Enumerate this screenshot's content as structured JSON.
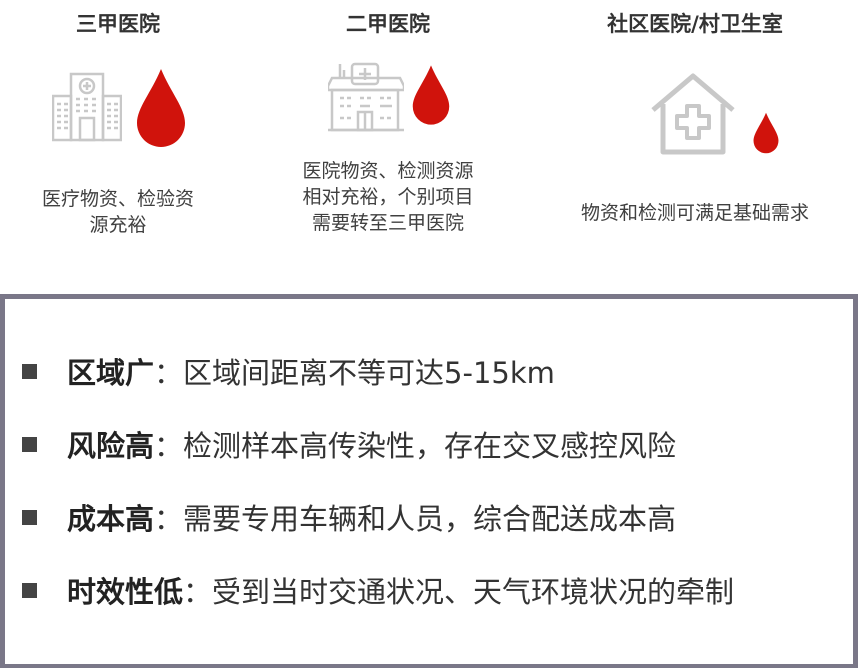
{
  "columns": [
    {
      "title": "三甲医院",
      "description": [
        "医疗物资、检验资",
        "源充裕"
      ],
      "icon": "hospital-large-icon"
    },
    {
      "title": "二甲医院",
      "description": [
        "医院物资、检测资源",
        "相对充裕，个别项目",
        "需要转至三甲医院"
      ],
      "icon": "hospital-medium-icon"
    },
    {
      "title": "社区医院/村卫生室",
      "description": [
        "物资和检测可满足基础需求"
      ],
      "icon": "clinic-house-icon"
    }
  ],
  "colors": {
    "drop": "#d0130c",
    "icon": "#c8c8c8",
    "border": "#7a7788"
  },
  "points": [
    {
      "label": "区域广",
      "sep": "：",
      "text": "区域间距离不等可达5-15km"
    },
    {
      "label": "风险高",
      "sep": "：",
      "text": "检测样本高传染性，存在交叉感控风险"
    },
    {
      "label": "成本高",
      "sep": "：",
      "text": "需要专用车辆和人员，综合配送成本高"
    },
    {
      "label": "时效性低",
      "sep": "：",
      "text": "受到当时交通状况、天气环境状况的牵制"
    }
  ]
}
